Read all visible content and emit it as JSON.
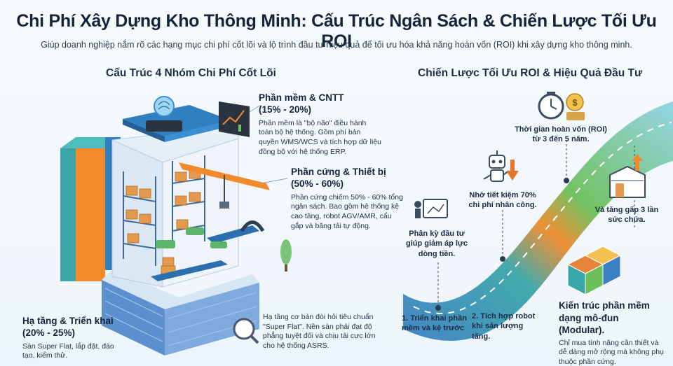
{
  "title": "Chi Phí Xây Dựng Kho Thông Minh: Cấu Trúc Ngân Sách & Chiến Lược Tối Ưu ROI",
  "subtitle": "Giúp doanh nghiệp nắm rõ các hạng mục chi phí cốt lõi và lộ trình đầu tư hiệu quả để tối ưu hóa khả năng hoàn vốn (ROI) khi xây dựng kho thông minh.",
  "left": {
    "heading": "Cấu Trúc 4 Nhóm Chi Phí Cốt Lõi",
    "software": {
      "title": "Phần mềm & CNTT",
      "pct": "(15% - 20%)",
      "desc": "Phần mềm là \"bộ não\" điều hành toàn bộ hệ thống. Gồm phí bản quyền WMS/WCS và tích hợp dữ liệu đồng bộ với hệ thống ERP."
    },
    "hardware": {
      "title": "Phần cứng & Thiết bị",
      "pct": "(50% - 60%)",
      "desc": "Phần cứng chiếm 50% - 60% tổng ngân sách. Bao gồm hệ thống kệ cao tầng, robot AGV/AMR, cẩu gắp và băng tải tự động."
    },
    "infrastructure": {
      "title": "Hạ tầng & Triển khai",
      "pct": "(20% - 25%)",
      "desc": "Sàn Super Flat, lắp đặt, đào tạo, kiểm thử."
    },
    "floor_note": "Hạ tầng cơ bản đòi hỏi tiêu chuẩn \"Super Flat\". Nền sàn phải đạt độ phẳng tuyệt đối và chịu tải cực lớn cho hệ thống ASRS."
  },
  "right": {
    "heading": "Chiến Lược Tối Ưu ROI & Hiệu Quả Đầu Tư",
    "payback": "Thời gian hoàn vốn (ROI) từ 3 đến 5 năm.",
    "labor": "Nhờ tiết kiệm 70% chi phí nhân công.",
    "capacity": "Và tăng gấp 3 lần sức chứa.",
    "phased": "Phân kỳ đầu tư giúp giảm áp lực dòng tiền.",
    "step1": "1. Triển khai phần mềm và kệ trước",
    "step2": "2. Tích hợp robot khi sản lượng tăng.",
    "modular_title": "Kiến trúc phần mềm dạng mô-đun (Modular).",
    "modular_desc": "Chỉ mua tính năng cần thiết và dễ dàng mở rộng mà không phụ thuộc phần cứng.",
    "money_symbol": "$"
  },
  "colors": {
    "blue": "#3b7fc4",
    "teal": "#3aa6a8",
    "orange": "#f08a2b",
    "green": "#6cbf5a",
    "dark": "#1c2c44"
  },
  "icons": [
    "brain-chip-icon",
    "dashboard-icon",
    "stopwatch-money-icon",
    "robot-icon",
    "down-arrow-icon",
    "warehouse-up-icon",
    "strategy-board-icon",
    "puzzle-cube-icon",
    "magnifier-icon"
  ]
}
